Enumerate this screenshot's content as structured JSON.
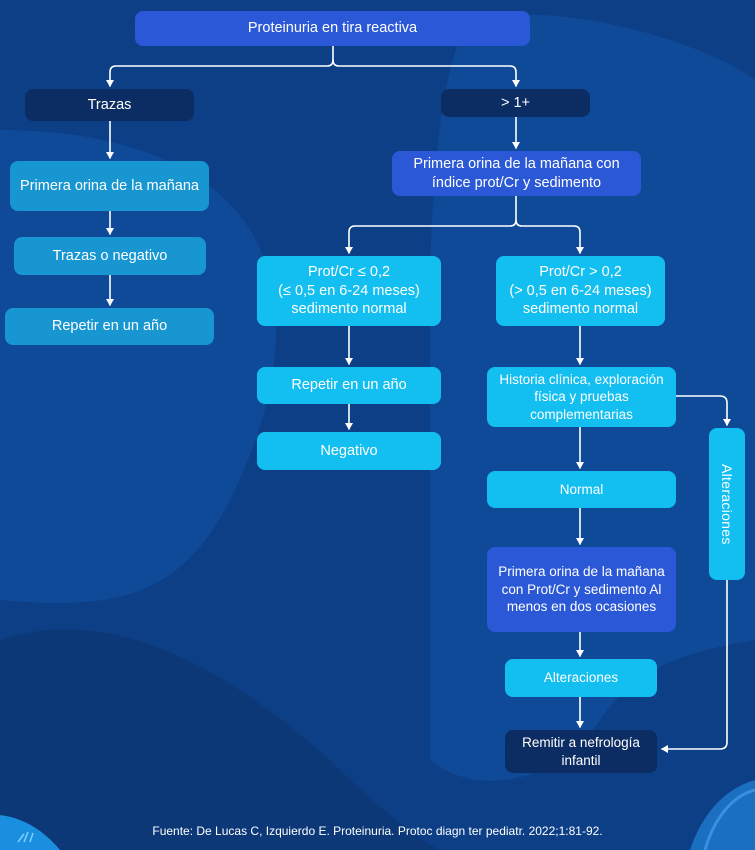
{
  "nodes": {
    "root": "Proteinuria en tira reactiva",
    "trazas": "Trazas",
    "mayor1": "> 1+",
    "primera_orina_izq": "Primera orina de la mañana",
    "trazas_negativo": "Trazas o negativo",
    "repetir_anio_izq": "Repetir en un año",
    "primera_orina_indice": "Primera orina de la mañana con índice prot/Cr y sedimento",
    "prot_bajo": [
      "Prot/Cr ≤ 0,2",
      "(≤ 0,5 en 6-24 meses)",
      "sedimento normal"
    ],
    "prot_alto": [
      "Prot/Cr > 0,2",
      "(> 0,5 en 6-24 meses)",
      "sedimento normal"
    ],
    "repetir_anio_centro": "Repetir en un año",
    "negativo": "Negativo",
    "historia_clinica": "Historia clínica, exploración física y pruebas complementarias",
    "normal": "Normal",
    "primera_orina_dos": "Primera orina de la mañana con Prot/Cr y sedimento Al menos en dos ocasiones",
    "alteraciones": "Alteraciones",
    "alteraciones_vertical": "Alteraciones",
    "remitir": "Remitir a nefrología infantil"
  },
  "footer": "Fuente: De Lucas C, Izquierdo E. Proteinuria. Protoc diagn ter pediatr. 2022;1:81-92.",
  "colors": {
    "background": "#0d3f86",
    "node_blue": "#2b58d6",
    "node_navy": "#0c2d63",
    "node_teal": "#1796d2",
    "node_cyan": "#12bff0",
    "arrows": "#ffffff"
  }
}
